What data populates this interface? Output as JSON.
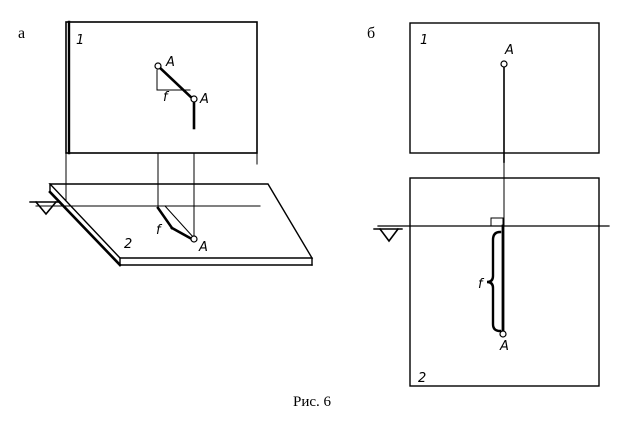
{
  "figure": {
    "caption": "Рис. 6",
    "panel_a": {
      "label": "а",
      "plane1_label": "1",
      "plane2_label": "2",
      "point_label": "A",
      "distance_label": "f"
    },
    "panel_b": {
      "label": "б",
      "plane1_label": "1",
      "plane2_label": "2",
      "point_label": "A",
      "distance_label": "f"
    }
  }
}
